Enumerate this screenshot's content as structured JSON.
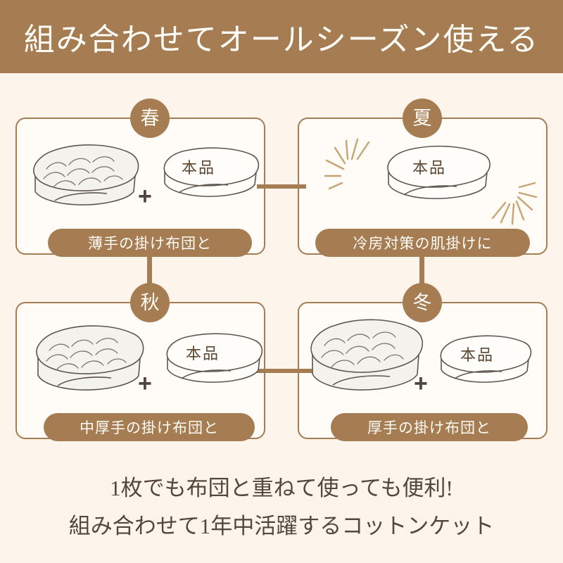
{
  "header": {
    "title": "組み合わせてオールシーズン使える",
    "background_color": "#a67c52",
    "text_color": "#fffdf8"
  },
  "page": {
    "background_color": "#fdf5ec",
    "accent_color": "#a67c52",
    "text_color": "#54463a",
    "product_label": "本品",
    "plus_symbol": "+"
  },
  "cards": [
    {
      "id": "spring",
      "badge": "春",
      "caption": "薄手の掛け布団と",
      "items": [
        "thin-comforter",
        "product-blanket"
      ],
      "has_plus": true,
      "has_sparkles": false
    },
    {
      "id": "summer",
      "badge": "夏",
      "caption": "冷房対策の肌掛けに",
      "items": [
        "product-blanket"
      ],
      "has_plus": false,
      "has_sparkles": true
    },
    {
      "id": "autumn",
      "badge": "秋",
      "caption": "中厚手の掛け布団と",
      "items": [
        "medium-comforter",
        "product-blanket"
      ],
      "has_plus": true,
      "has_sparkles": false
    },
    {
      "id": "winter",
      "badge": "冬",
      "caption": "厚手の掛け布団と",
      "items": [
        "thick-comforter",
        "product-blanket"
      ],
      "has_plus": true,
      "has_sparkles": false
    }
  ],
  "footer": {
    "line1": "1枚でも布団と重ねて使っても便利!",
    "line2": "組み合わせて1年中活躍するコットンケット"
  }
}
